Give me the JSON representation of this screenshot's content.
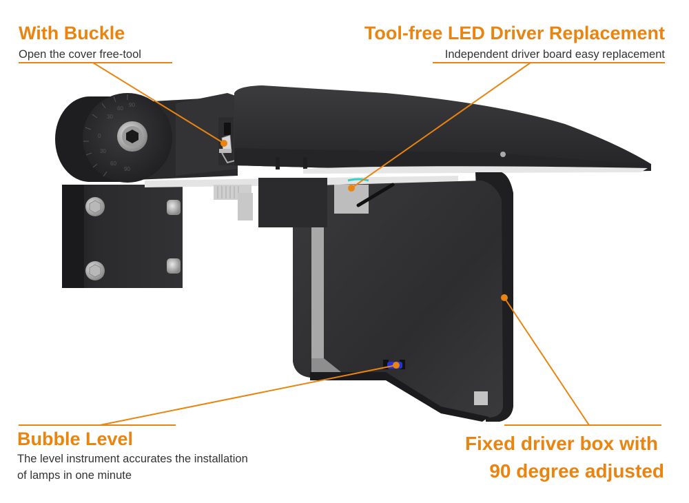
{
  "callouts": {
    "buckle": {
      "title": "With Buckle",
      "subtitle": "Open the cover free-tool"
    },
    "driver_replacement": {
      "title": "Tool-free LED Driver Replacement",
      "subtitle": "Independent driver board easy replacement"
    },
    "bubble_level": {
      "title": "Bubble Level",
      "subtitle_line1": "The level instrument accurates the installation",
      "subtitle_line2": "of lamps in one minute"
    },
    "driver_box": {
      "title_line1": "Fixed driver box with",
      "title_line2": "90 degree adjusted"
    }
  },
  "dial_marks": [
    "90",
    "60",
    "30",
    "0",
    "30",
    "60",
    "90"
  ],
  "colors": {
    "accent": "#ea8410",
    "text": "#333333",
    "housing": "#2f2f31",
    "level": "#2233dd"
  }
}
